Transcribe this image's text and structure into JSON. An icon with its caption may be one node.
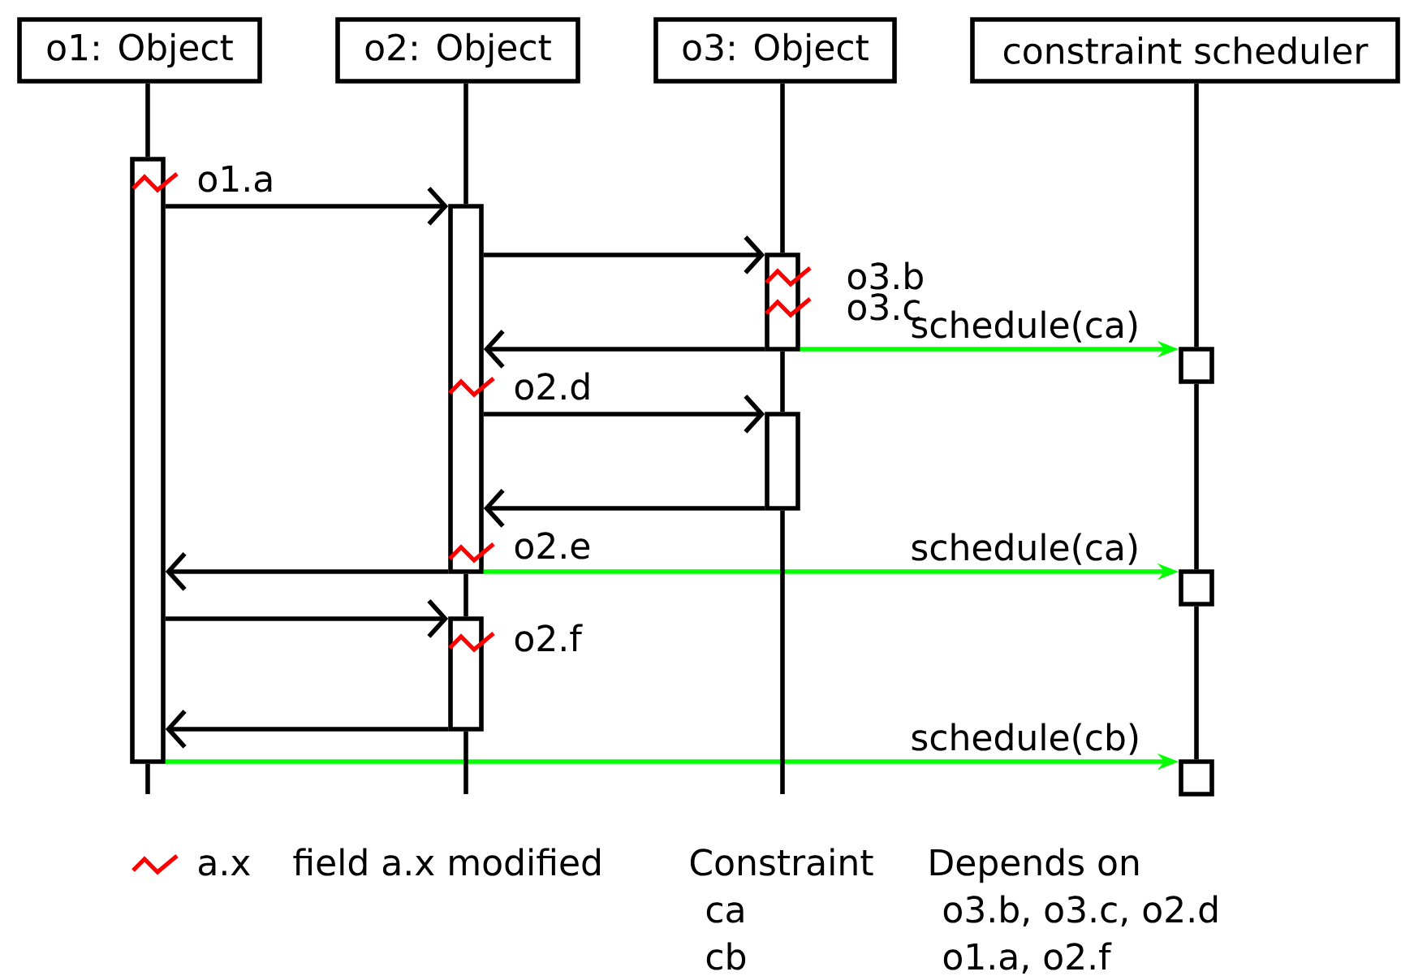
{
  "diagram": {
    "nodes": [
      {
        "text": [
          "o1: Object"
        ]
      },
      {
        "text": [
          "o2: Object"
        ]
      },
      {
        "text": [
          "o3: Object"
        ]
      },
      {
        "text": [
          "constraint scheduler"
        ]
      },
      {
        "text": [],
        "shape": "bar",
        "beside": [
          "o1.a"
        ]
      },
      {
        "text": [],
        "shape": "bar",
        "beside": [
          "o2.d",
          "o2.e"
        ]
      },
      {
        "text": [],
        "shape": "bar",
        "beside": [
          "o3.b",
          "o3.c"
        ]
      },
      {
        "text": [],
        "shape": "bar"
      },
      {
        "text": [],
        "shape": "bar",
        "beside": [
          "o2.f"
        ]
      },
      {
        "text": [],
        "shape": "box"
      },
      {
        "text": [],
        "shape": "box"
      },
      {
        "text": [],
        "shape": "box"
      }
    ],
    "edges": [
      {
        "from": 4,
        "to": 5,
        "arrow": "to"
      },
      {
        "from": 5,
        "to": 6,
        "arrow": "to"
      },
      {
        "from": 6,
        "to": 5,
        "arrow": "to"
      },
      {
        "from": 6,
        "to": 9,
        "arrow": "to",
        "label": "schedule(ca)",
        "color": "#00ff00"
      },
      {
        "from": 5,
        "to": 7,
        "arrow": "to"
      },
      {
        "from": 7,
        "to": 5,
        "arrow": "to"
      },
      {
        "from": 5,
        "to": 4,
        "arrow": "to"
      },
      {
        "from": 5,
        "to": 10,
        "arrow": "to",
        "label": "schedule(ca)",
        "color": "#00ff00"
      },
      {
        "from": 4,
        "to": 8,
        "arrow": "to"
      },
      {
        "from": 8,
        "to": 4,
        "arrow": "to"
      },
      {
        "from": 4,
        "to": 11,
        "arrow": "to",
        "label": "schedule(cb)",
        "color": "#00ff00"
      },
      {
        "from": 0,
        "to": 4,
        "arrow": "none"
      },
      {
        "from": 1,
        "to": 5,
        "arrow": "none"
      },
      {
        "from": 2,
        "to": 6,
        "arrow": "none"
      },
      {
        "from": 3,
        "to": 9,
        "arrow": "none"
      },
      {
        "from": 5,
        "to": 8,
        "arrow": "none"
      },
      {
        "from": 6,
        "to": 7,
        "arrow": "none"
      },
      {
        "from": 9,
        "to": 10,
        "arrow": "none"
      },
      {
        "from": 10,
        "to": 11,
        "arrow": "none"
      },
      {
        "from": 4,
        "to": null,
        "arrow": "none"
      },
      {
        "from": 8,
        "to": null,
        "arrow": "none"
      },
      {
        "from": 7,
        "to": null,
        "arrow": "none"
      }
    ],
    "labels": [
      "field a.x modified",
      "Constraint",
      "Depends on",
      "ca",
      "o3.b, o3.c, o2.d",
      "cb",
      "o1.a, o2.f"
    ],
    "legend": [
      {
        "text": "a.x"
      }
    ]
  }
}
